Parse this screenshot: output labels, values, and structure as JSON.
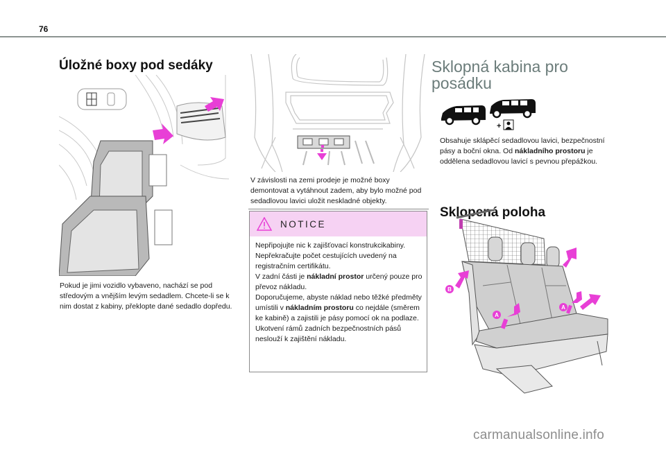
{
  "page": {
    "number": "76"
  },
  "left_column": {
    "heading": "Úložné boxy pod sedáky",
    "illustration": "under-seat-storage-boxes-illustration",
    "paragraph": "Pokud je jimi vozidlo vybaveno, nachází se pod středovým a vnějším levým sedadlem. Chcete-li se k nim dostat z kabiny, překlopte dané sedadlo dopředu."
  },
  "middle_column": {
    "illustration": "rear-view-storage-box-removal-illustration",
    "paragraph": "V závislosti na zemi prodeje je možné boxy demontovat a vytáhnout zadem, aby bylo možné pod sedadlovou lavici uložit neskladné objekty.",
    "notice": {
      "title": "NOTICE",
      "icon": "warning-triangle-icon",
      "lines": [
        {
          "parts": [
            {
              "text": "Nepřipojujte nic k zajišťovací konstrukcikabiny.",
              "bold": false
            }
          ]
        },
        {
          "parts": [
            {
              "text": "Nepřekračujte počet cestujících uvedený na registračním certifikátu.",
              "bold": false
            }
          ]
        },
        {
          "parts": [
            {
              "text": "V zadní části je ",
              "bold": false
            },
            {
              "text": "nákladní prostor",
              "bold": true
            },
            {
              "text": " určený pouze pro převoz nákladu.",
              "bold": false
            }
          ]
        },
        {
          "parts": [
            {
              "text": "Doporučujeme, abyste náklad nebo těžké předměty umístili v ",
              "bold": false
            },
            {
              "text": "nákladním prostoru",
              "bold": true
            },
            {
              "text": " co nejdále (směrem ke kabině) a zajistili je pásy pomocí ok na podlaze.",
              "bold": false
            }
          ]
        },
        {
          "parts": [
            {
              "text": "Ukotvení rámů zadních bezpečnostních pásů neslouží k zajištění nákladu.",
              "bold": false
            }
          ]
        }
      ]
    }
  },
  "right_column": {
    "heading": "Sklopná kabina pro posádku",
    "vehicle_icons": [
      "van-short-icon",
      "van-long-icon",
      "plus-passenger-icon"
    ],
    "paragraph_parts": [
      {
        "text": "Obsahuje sklápěcí sedadlovou lavici, bezpečnostní pásy a boční okna. Od ",
        "bold": false
      },
      {
        "text": "nákladního prostoru",
        "bold": true
      },
      {
        "text": " je oddělena sedadlovou lavicí s pevnou přepážkou.",
        "bold": false
      }
    ],
    "subheading": "Sklopená poloha",
    "illustration": "folded-bench-seat-illustration",
    "labels": [
      "A",
      "A",
      "B"
    ]
  },
  "colors": {
    "accent_magenta": "#e83fd6",
    "notice_header_bg": "#f6d2f3",
    "heading_gray": "#6b7c7a"
  },
  "watermark": "carmanualsonline.info"
}
